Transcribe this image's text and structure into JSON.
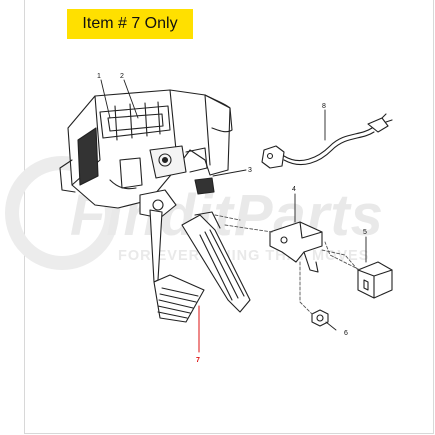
{
  "badge": {
    "label": "Item # 7 Only",
    "color": "#ffe000"
  },
  "watermark": {
    "brand": "FinditParts",
    "tagline": "FOR EVERYTHING THAT MOVES",
    "color": "#e9e9e9"
  },
  "callouts": {
    "c1": "1",
    "c2": "2",
    "c3": "3",
    "c4": "4",
    "c5": "5",
    "c6": "6",
    "c7": "7",
    "c8": "8"
  },
  "highlight": {
    "item": "7",
    "color": "#dd1111"
  }
}
